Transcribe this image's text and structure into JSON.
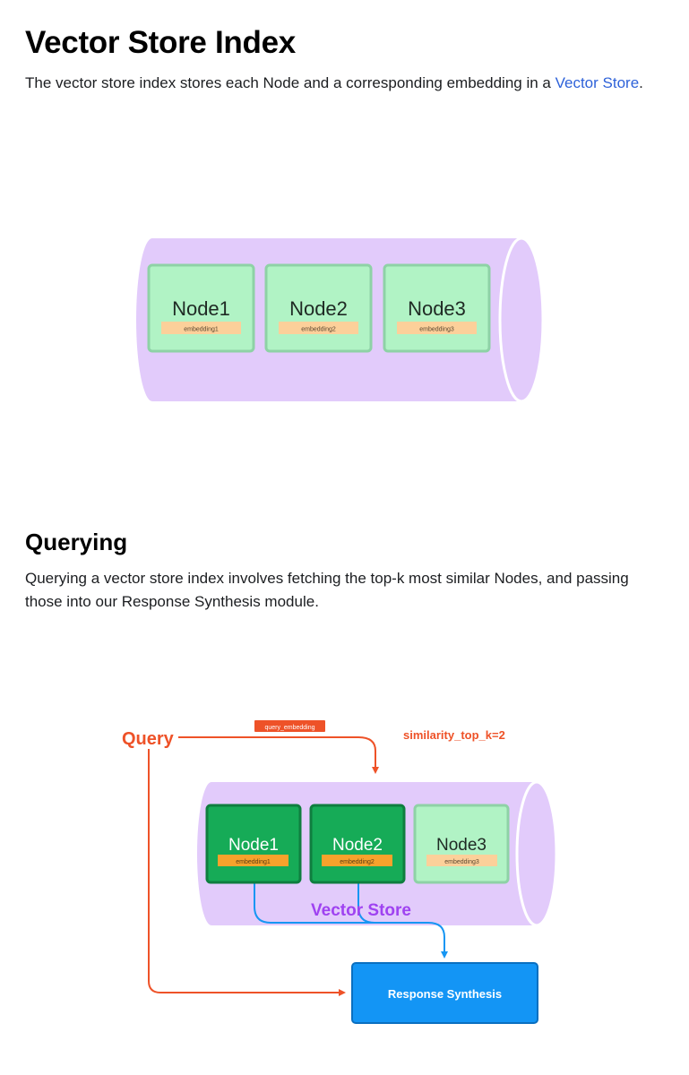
{
  "section1": {
    "heading": "Vector Store Index",
    "text_before": "The vector store index stores each Node and a corresponding embedding in a ",
    "link_text": "Vector Store",
    "text_after": "."
  },
  "diagram1": {
    "nodes": [
      {
        "label": "Node1",
        "embedding": "embedding1"
      },
      {
        "label": "Node2",
        "embedding": "embedding2"
      },
      {
        "label": "Node3",
        "embedding": "embedding3"
      }
    ]
  },
  "section2": {
    "heading": "Querying",
    "text": "Querying a vector store index involves fetching the top-k most similar Nodes, and passing those into our Response Synthesis module."
  },
  "diagram2": {
    "query_label": "Query",
    "query_embedding_label": "query_embedding",
    "similarity_label": "similarity_top_k=2",
    "store_label": "Vector Store",
    "response_label": "Response Synthesis",
    "nodes": [
      {
        "label": "Node1",
        "embedding": "embedding1",
        "selected": true
      },
      {
        "label": "Node2",
        "embedding": "embedding2",
        "selected": true
      },
      {
        "label": "Node3",
        "embedding": "embedding3",
        "selected": false
      }
    ],
    "colors": {
      "cylinder": "#e2cbfb",
      "node_default": "#b1f3c5",
      "node_selected": "#16ab57",
      "embedding_tag": "#fcd09a",
      "embedding_tag_selected": "#f7a22c",
      "query": "#ee5228",
      "retrieval_arrow": "#1696f3",
      "store_label": "#9f42f1",
      "response_box": "#1395f5"
    }
  }
}
